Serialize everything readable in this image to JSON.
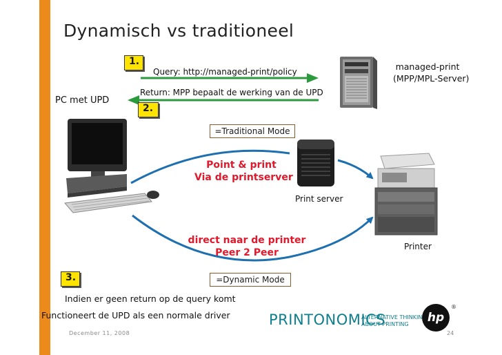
{
  "title": "Dynamisch vs traditioneel",
  "steps": {
    "one": "1.",
    "two": "2.",
    "three": "3."
  },
  "query_label": "Query: http://managed-print/policy",
  "return_label": "Return: MPP bepaalt de werking van de UPD",
  "pc_label": "PC met UPD",
  "server_label_line1": "managed-print",
  "server_label_line2": "(MPP/MPL-Server)",
  "traditional_mode": "=Traditional Mode",
  "point_print_line1": "Point & print",
  "point_print_line2": "Via de printserver",
  "print_server_label": "Print server",
  "direct_line1": "direct naar de printer",
  "direct_line2": "Peer 2 Peer",
  "printer_label": "Printer",
  "dynamic_mode": "=Dynamic Mode",
  "note_line1": "Indien er geen return op de query komt",
  "note_line2": "Functioneert de UPD als een normale driver",
  "footer_date": "December 11, 2008",
  "page_number": "24",
  "logo": {
    "brand": "PRINTONOMICS",
    "tagline_line1": "ALTERNATIVE THINKING",
    "tagline_line2": "ABOUT PRINTING",
    "hp_mark": "hp",
    "registered": "®"
  },
  "colors": {
    "accent_orange": "#ec8a1c",
    "arrow_green": "#2a9a3c",
    "curve_blue": "#1d6fb0",
    "highlight_red": "#e0192c",
    "note_yellow": "#ffe400",
    "logo_teal": "#0f7e8c"
  }
}
